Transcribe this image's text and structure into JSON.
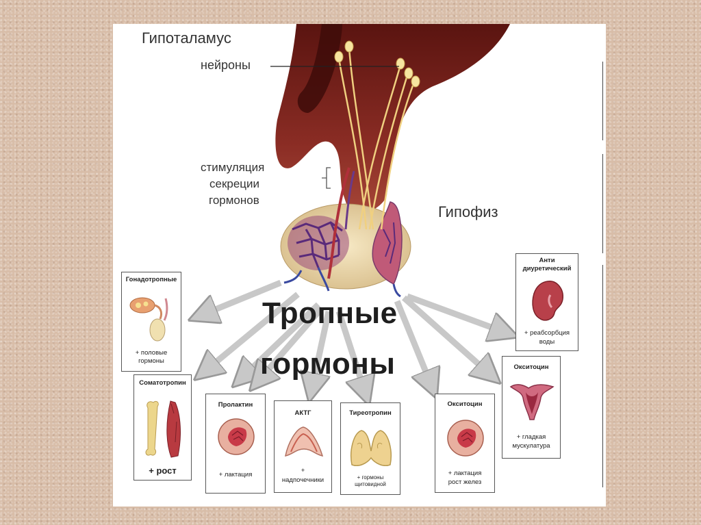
{
  "labels": {
    "hypothalamus": "Гипоталамус",
    "neurons": "нейроны",
    "stim_line1": "стимуляция",
    "stim_line2": "секреции",
    "stim_line3": "гормонов",
    "pituitary": "Гипофиз",
    "tropic_line1": "Тропные",
    "tropic_line2": "гормоны"
  },
  "boxes": {
    "gonado": {
      "title": "Гонадотропные",
      "note1": "+ половые",
      "note2": "гормоны",
      "icon": "ovary-testis-icon"
    },
    "somato": {
      "title": "Соматотропин",
      "note1": "+ рост",
      "icon": "bone-muscle-icon"
    },
    "prolactin": {
      "title": "Пролактин",
      "note1": "+ лактация",
      "icon": "mammary-gland-icon"
    },
    "actg": {
      "title": "АКТГ",
      "note1": "+",
      "note2": "надпочечники",
      "icon": "adrenal-gland-icon"
    },
    "thyro": {
      "title": "Тиреотропин",
      "note1": "+ гормоны",
      "note2": "щитовидной",
      "icon": "thyroid-gland-icon"
    },
    "oxy_lact": {
      "title": "Окситоцин",
      "note1": "+ лактация",
      "note2": "рост желез",
      "icon": "mammary-gland-icon"
    },
    "oxy_uterus": {
      "title": "Окситоцин",
      "note1": "+ гладкая",
      "note2": "мускулатура",
      "icon": "uterus-icon"
    },
    "adh": {
      "title": "Анти",
      "title2": "диуретический",
      "note1": "+ реабсорбция",
      "note2": "воды",
      "icon": "kidney-icon"
    }
  },
  "colors": {
    "brain": "#7a2420",
    "brain_dark": "#4a0f0c",
    "neuron": "#f0d080",
    "gland": "#e8d5a8",
    "vessel_red": "#b0303a",
    "vessel_purple": "#6a3a8a",
    "arrow": "#c8c8c8"
  }
}
